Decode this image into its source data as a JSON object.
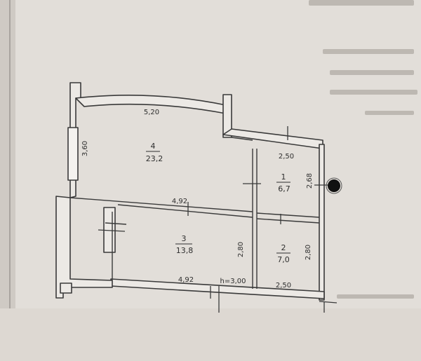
{
  "floor_plan": {
    "rooms": [
      {
        "number": "1",
        "area": "6,7"
      },
      {
        "number": "2",
        "area": "7,0"
      },
      {
        "number": "3",
        "area": "13,8"
      },
      {
        "number": "4",
        "area": "23,2"
      }
    ],
    "dimensions": {
      "room4_top": "5,20",
      "room4_left": "3,60",
      "room4_bottom": "4,92",
      "room3_bottom": "4,92",
      "room3_right": "2,80",
      "room1_top": "2,50",
      "room1_right": "2,68",
      "room2_right": "2,80",
      "room2_bottom": "2,50",
      "ceiling_height": "h=3,00"
    }
  },
  "colors": {
    "paper": "#e4e0dc",
    "shadow": "#c9c4bf",
    "line": "#3a3a3a",
    "wall_fill": "#e9e6e2",
    "marker": "#111111"
  }
}
